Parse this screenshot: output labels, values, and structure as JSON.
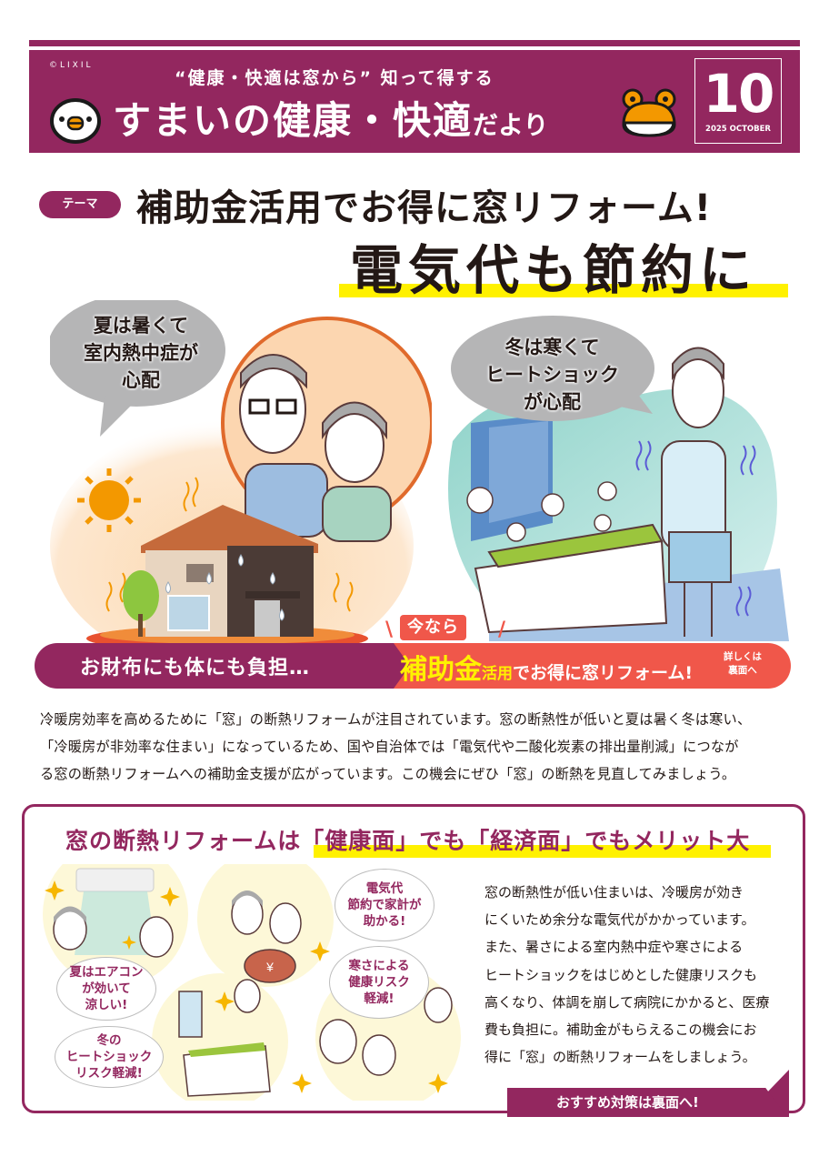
{
  "header": {
    "copyright": "©LIXIL",
    "subtitle": "“健康・快適は窓から” 知って得する",
    "title_main": "すまいの健康・快適",
    "title_suffix": "だより",
    "issue_number": "10",
    "issue_date": "2025 OCTOBER",
    "brand_color": "#93275f"
  },
  "theme": {
    "badge": "テーマ",
    "headline_line1": "補助金活用でお得に窓リフォーム!",
    "headline_line2": "電気代も節約に",
    "highlight_color": "#fff100"
  },
  "illustrations": {
    "summer_bubble": [
      "夏は暑くて",
      "室内熱中症が",
      "心配"
    ],
    "winter_bubble": [
      "冬は寒くて",
      "ヒートショック",
      "が心配"
    ]
  },
  "banner": {
    "left_text": "お財布にも体にも負担…",
    "now_badge": "今なら",
    "right_big": "補助金",
    "right_mid": "活用",
    "right_rest": "でお得に窓リフォーム!",
    "note_line1": "詳しくは",
    "note_line2": "裏面へ",
    "left_color": "#93275f",
    "right_color": "#f0574a"
  },
  "intro": {
    "lines": [
      "冷暖房効率を高めるために「窓」の断熱リフォームが注目されています。窓の断熱性が低いと夏は暑く冬は寒い、",
      "「冷暖房が非効率な住まい」になっているため、国や自治体では「電気代や二酸化炭素の排出量削減」につなが",
      "る窓の断熱リフォームへの補助金支援が広がっています。この機会にぜひ「窓」の断熱を見直してみましょう。"
    ]
  },
  "merits": {
    "title": "窓の断熱リフォームは「健康面」でも「経済面」でもメリット大",
    "body_lines": [
      "窓の断熱性が低い住まいは、冷暖房が効き",
      "にくいため余分な電気代がかかっています。",
      "また、暑さによる室内熱中症や寒さによる",
      "ヒートショックをはじめとした健康リスクも",
      "高くなり、体調を崩して病院にかかると、医療",
      "費も負担に。補助金がもらえるこの機会にお",
      "得に「窓」の断熱リフォームをしましょう。"
    ],
    "bubbles": {
      "aircon": [
        "夏はエアコン",
        "が効いて",
        "涼しい!"
      ],
      "savings": [
        "電気代",
        "節約で家計が",
        "助かる!"
      ],
      "cold_risk": [
        "寒さによる",
        "健康リスク",
        "軽減!"
      ],
      "heatshock": [
        "冬の",
        "ヒートショック",
        "リスク軽減!"
      ]
    },
    "cta": "おすすめ対策は裏面へ!"
  }
}
